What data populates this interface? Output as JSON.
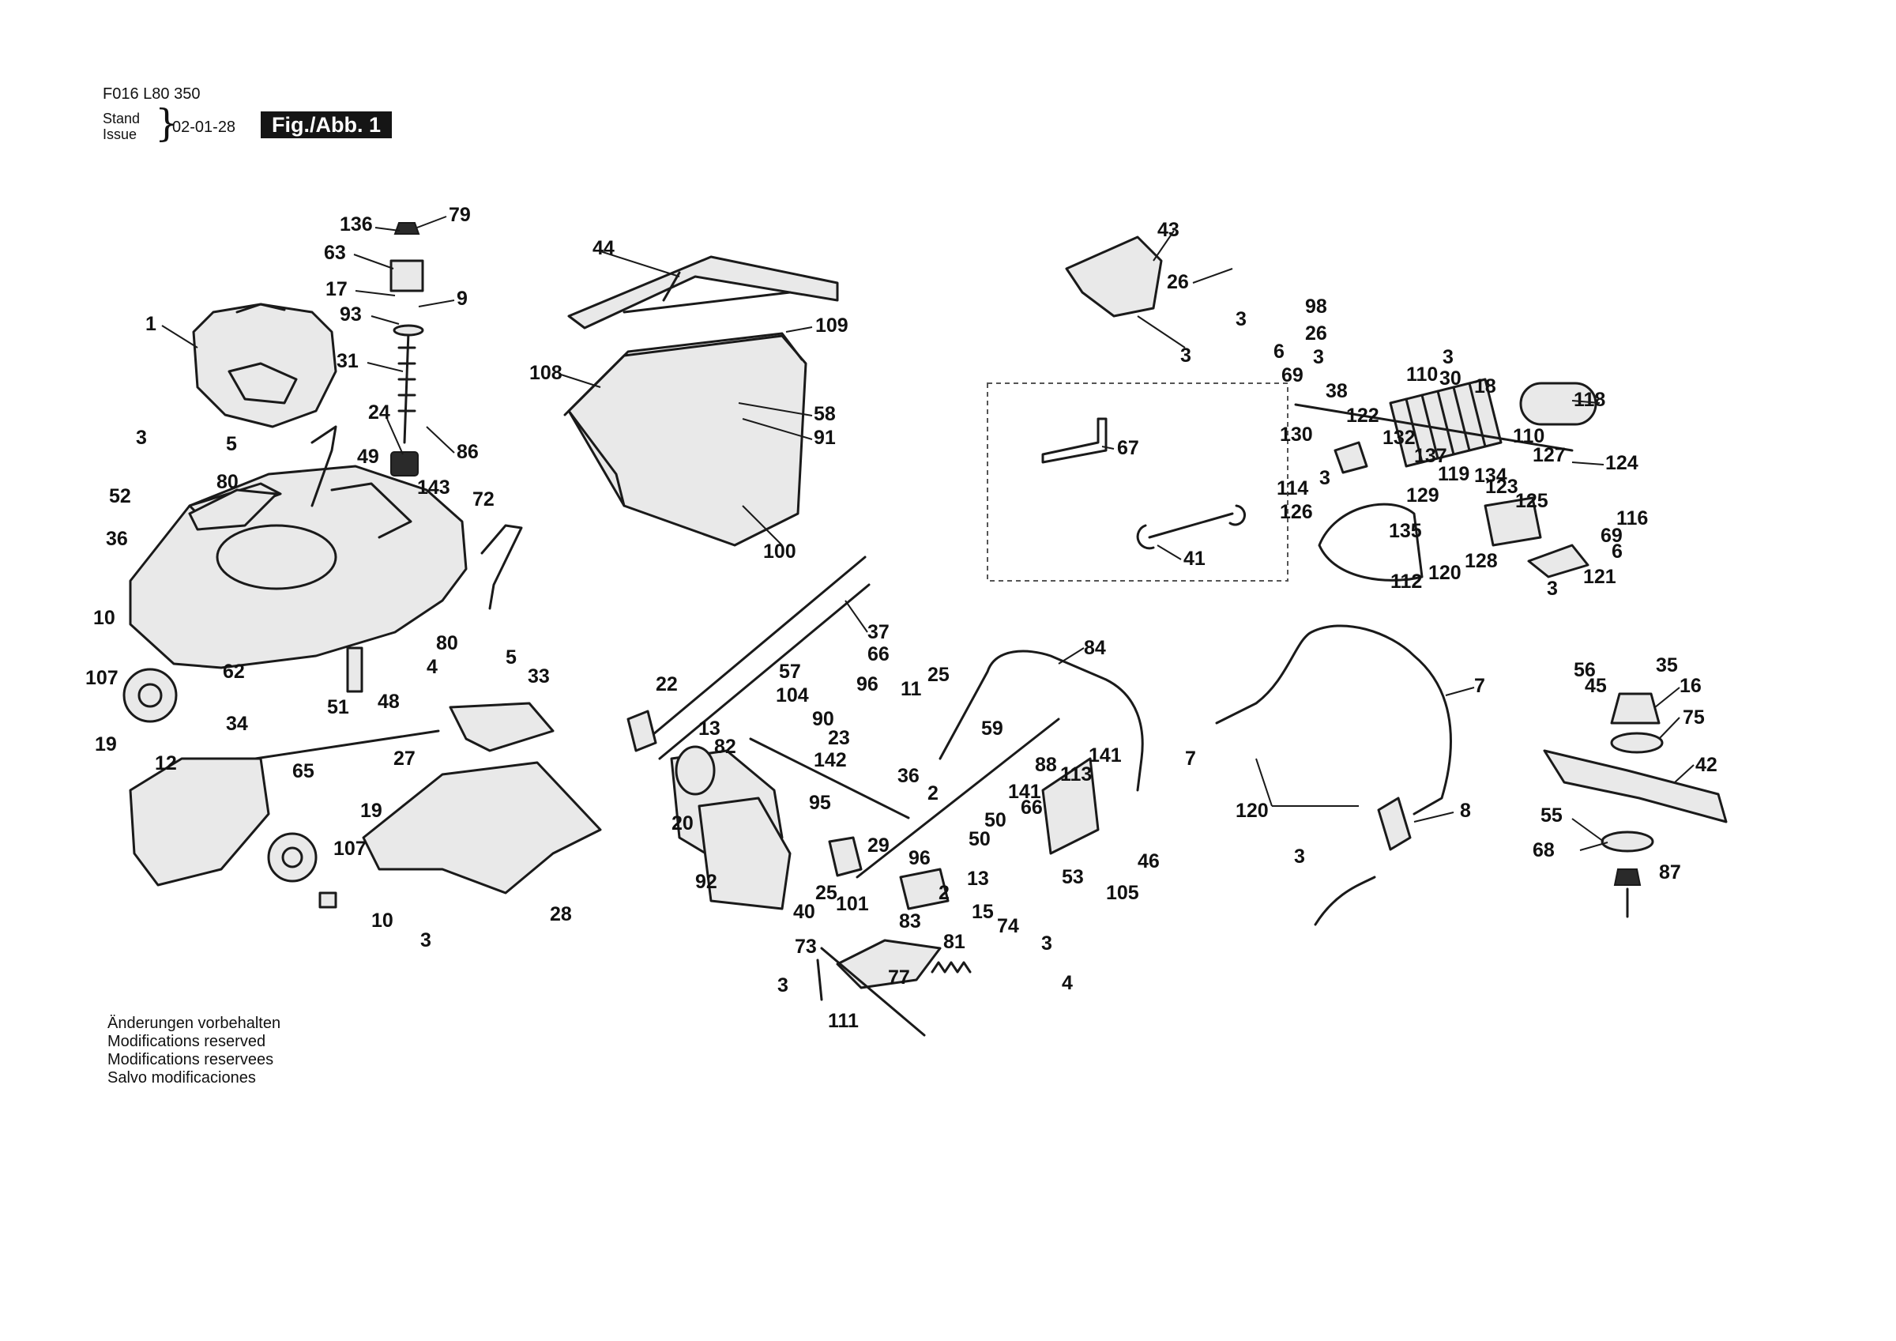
{
  "header": {
    "code": "F016 L80 350",
    "stand_label": "Stand",
    "issue_label": "Issue",
    "date": "02-01-28",
    "figure": "Fig./Abb. 1"
  },
  "notes": [
    "Änderungen vorbehalten",
    "Modifications reserved",
    "Modifications reservees",
    "Salvo modificaciones"
  ],
  "callouts": [
    "136",
    "79",
    "63",
    "17",
    "9",
    "93",
    "1",
    "31",
    "24",
    "86",
    "3",
    "5",
    "49",
    "80",
    "143",
    "52",
    "72",
    "36",
    "10",
    "80",
    "5",
    "107",
    "62",
    "51",
    "48",
    "4",
    "33",
    "19",
    "34",
    "27",
    "65",
    "12",
    "19",
    "107",
    "10",
    "3",
    "28",
    "44",
    "109",
    "108",
    "58",
    "91",
    "100",
    "43",
    "26",
    "3",
    "3",
    "98",
    "26",
    "6",
    "3",
    "3",
    "110",
    "30",
    "18",
    "118",
    "69",
    "38",
    "130",
    "122",
    "132",
    "110",
    "137",
    "127",
    "124",
    "119",
    "134",
    "114",
    "3",
    "123",
    "125",
    "129",
    "126",
    "116",
    "69",
    "6",
    "135",
    "128",
    "120",
    "112",
    "3",
    "121",
    "67",
    "41",
    "37",
    "66",
    "57",
    "96",
    "104",
    "22",
    "25",
    "11",
    "59",
    "84",
    "90",
    "13",
    "23",
    "82",
    "142",
    "141",
    "88",
    "113",
    "36",
    "2",
    "141",
    "66",
    "50",
    "20",
    "50",
    "95",
    "29",
    "92",
    "96",
    "13",
    "25",
    "46",
    "53",
    "105",
    "101",
    "2",
    "15",
    "83",
    "40",
    "74",
    "3",
    "81",
    "73",
    "77",
    "3",
    "4",
    "111",
    "7",
    "7",
    "8",
    "120",
    "3",
    "56",
    "35",
    "45",
    "16",
    "75",
    "42",
    "55",
    "68",
    "87"
  ]
}
